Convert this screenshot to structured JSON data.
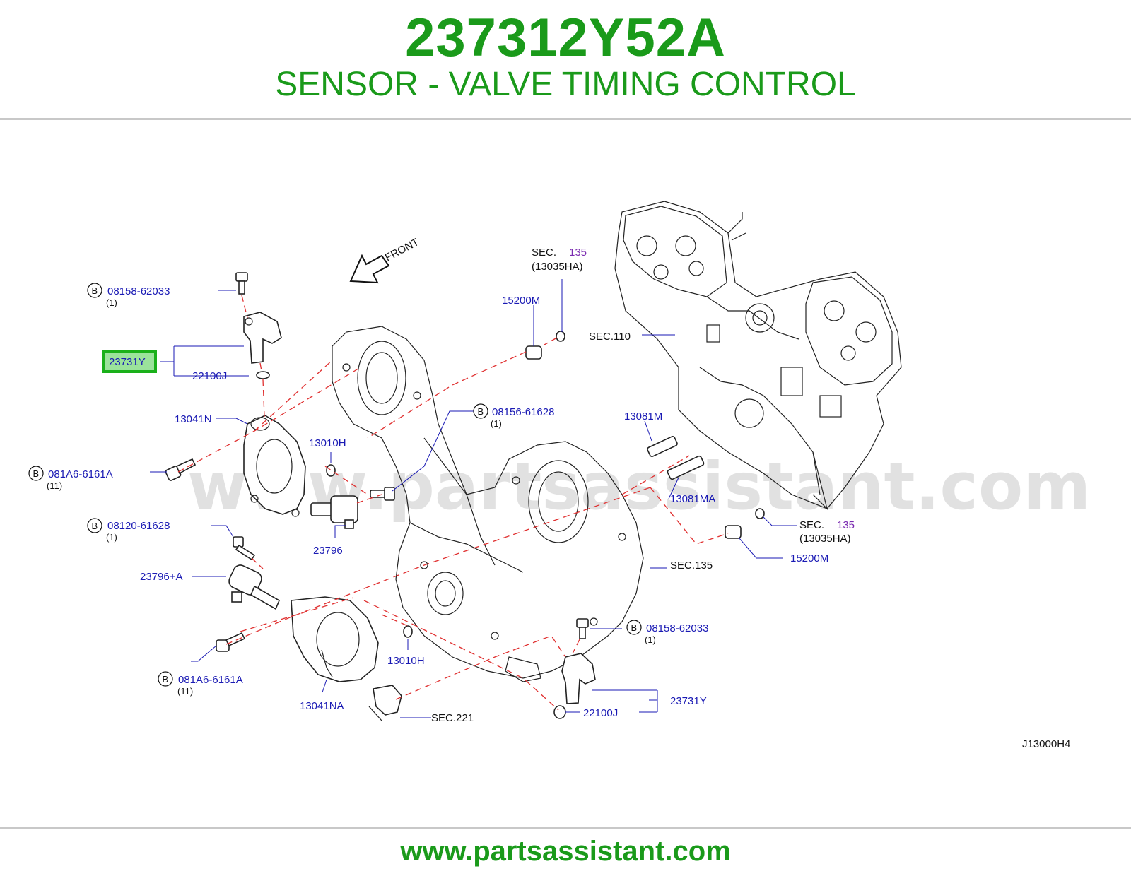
{
  "header": {
    "part_number": "237312Y52A",
    "part_title": "SENSOR - VALVE TIMING CONTROL"
  },
  "diagram": {
    "front_label": "FRONT",
    "diagram_code": "J13000H4",
    "watermark": "www.partsassistant.com",
    "bolt_marker": "B",
    "labels": {
      "bolt_08158_top": "08158-62033",
      "bolt_08158_top_qty": "(1)",
      "sensor_highlighted": "23731Y",
      "oring_22100j_top": "22100J",
      "cover_13041n": "13041N",
      "bolt_081a6_top": "081A6-6161A",
      "bolt_081a6_top_qty": "(11)",
      "oring_13010h_top": "13010H",
      "solenoid_23796": "23796",
      "bolt_08120": "08120-61628",
      "bolt_08120_qty": "(1)",
      "solenoid_23796a": "23796+A",
      "bolt_081a6_bottom": "081A6-6161A",
      "bolt_081a6_bottom_qty": "(11)",
      "cover_13041na": "13041NA",
      "oring_13010h_bottom": "13010H",
      "sec_221": "SEC.221",
      "bolt_08156": "08156-61628",
      "bolt_08156_qty": "(1)",
      "sec_135_top_prefix": "SEC.",
      "sec_135_top_num": "135",
      "sec_135_top_ref": "(13035HA)",
      "seal_15200m_top": "15200M",
      "sec_110": "SEC.110",
      "dowel_13081m": "13081M",
      "dowel_13081ma": "13081MA",
      "sec_135_right_prefix": "SEC.",
      "sec_135_right_num": "135",
      "sec_135_right_ref": "(13035HA)",
      "seal_15200m_bottom": "15200M",
      "sec_135_mid": "SEC.135",
      "bolt_08158_bottom": "08158-62033",
      "bolt_08158_bottom_qty": "(1)",
      "sensor_bottom": "23731Y",
      "oring_22100j_bottom": "22100J"
    }
  },
  "footer": {
    "url": "www.partsassistant.com"
  },
  "colors": {
    "brand_green": "#1a9a1a",
    "label_blue": "#1a1ab4",
    "sec_purple": "#7a2ab0",
    "leader_red": "#e03030",
    "highlight_fill": "#9be39b"
  }
}
